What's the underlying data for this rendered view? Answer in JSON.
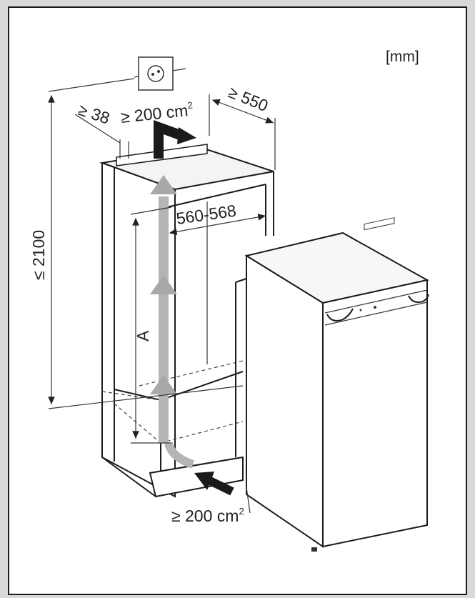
{
  "units_label": "[mm]",
  "dimensions": {
    "gap_top_rear": "≥ 38",
    "vent_top": "≥ 200 cm",
    "vent_top_sup": "2",
    "depth": "≥ 550",
    "niche_height": "≤ 2100",
    "niche_width": "560-568",
    "appliance_height": "A",
    "vent_bottom": "≥ 200 cm",
    "vent_bottom_sup": "2"
  },
  "icons": [
    "socket-icon"
  ],
  "colors": {
    "page_bg": "#d9d9d9",
    "panel_bg": "#ffffff",
    "line": "#1c1c1c",
    "airflow_arrow": "#a8a8a8",
    "vent_arrow": "#1a1a1a"
  }
}
